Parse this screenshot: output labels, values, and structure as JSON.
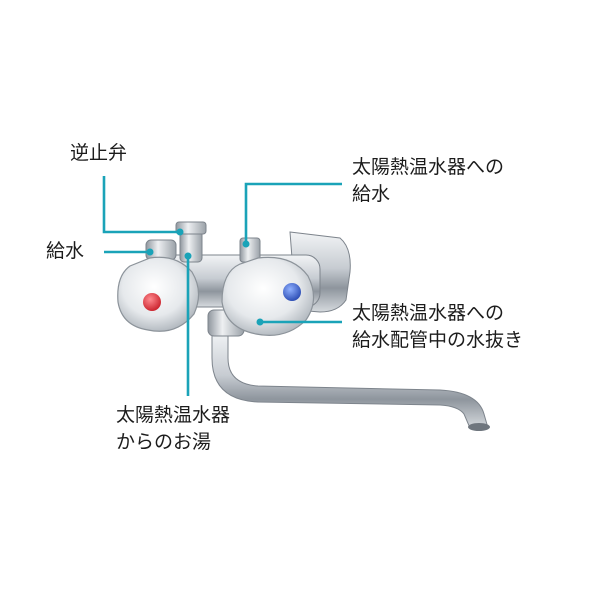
{
  "labels": {
    "check_valve": "逆止弁",
    "water_supply": "給水",
    "to_solar_supply": [
      "太陽熱温水器への",
      "給水"
    ],
    "solar_drain": [
      "太陽熱温水器への",
      "給水配管中の水抜き"
    ],
    "from_solar_hot": [
      "太陽熱温水器",
      "からのお湯"
    ]
  },
  "colors": {
    "leader_line": "#1aa3b8",
    "hot_marker": "#e0303a",
    "cold_marker": "#3a5fc8",
    "chrome": "#c9ced4"
  },
  "icons": [
    "faucet-illustration"
  ]
}
